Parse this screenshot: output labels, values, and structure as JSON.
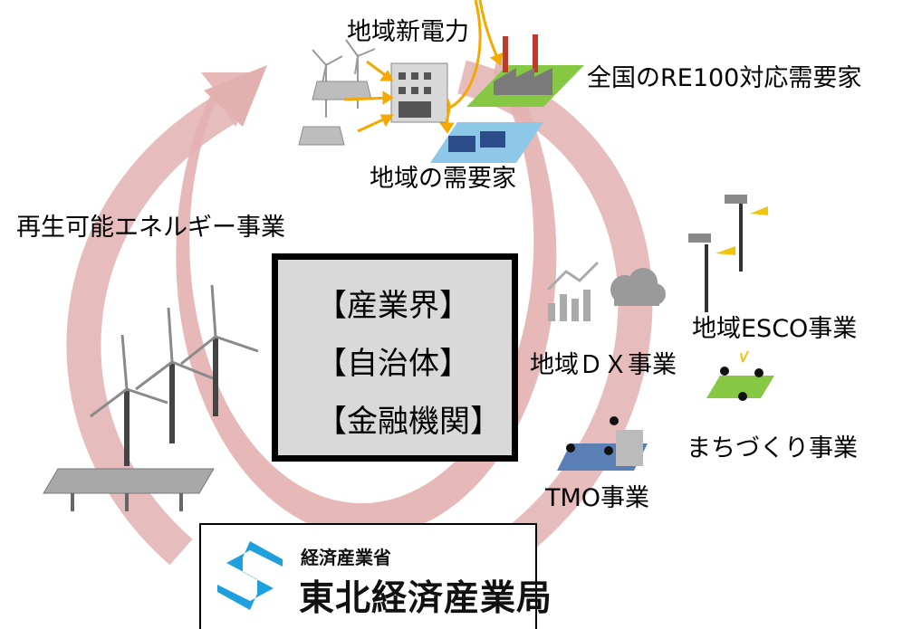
{
  "labels": {
    "new_power": "地域新電力",
    "re100": "全国のRE100対応需要家",
    "local_demand": "地域の需要家",
    "renewable": "再生可能エネルギー事業",
    "esco": "地域ESCO事業",
    "dx": "地域ＤＸ事業",
    "machizukuri": "まちづくり事業",
    "tmo": "TMO事業"
  },
  "center_box": {
    "line1": "【産業界】",
    "line2": "【自治体】",
    "line3": "【金融機関】"
  },
  "logo": {
    "ministry": "経済産業省",
    "bureau": "東北経済産業局"
  },
  "colors": {
    "cycle_arrow": "#e3b0b0",
    "supply_arrow": "#f5a800",
    "factory_pad": "#86c843",
    "house_pad": "#8dc8e8",
    "logo_blue": "#1da0dd",
    "center_fill": "#d9d9d9"
  },
  "icons": [
    "wind-turbine-icon",
    "solar-panel-icon",
    "building-icon",
    "factory-icon",
    "house-icon",
    "street-light-icon",
    "chart-icon",
    "cloud-icon",
    "people-icon",
    "ministry-logo-icon"
  ]
}
